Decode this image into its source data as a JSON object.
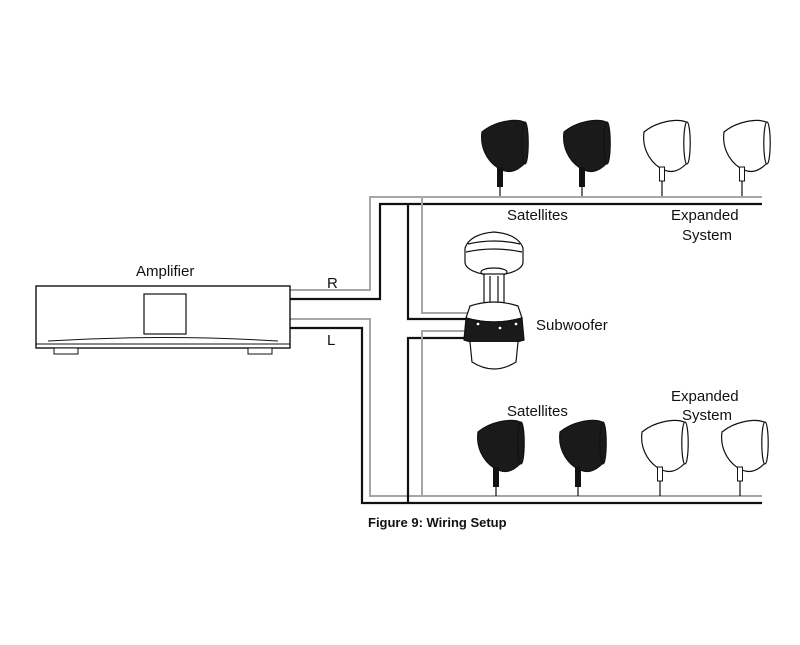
{
  "diagram": {
    "amplifier_label": "Amplifier",
    "channel_right": "R",
    "channel_left": "L",
    "subwoofer_label": "Subwoofer",
    "top_satellites_label": "Satellites",
    "top_expanded_line1": "Expanded",
    "top_expanded_line2": "System",
    "bottom_satellites_label": "Satellites",
    "bottom_expanded_line1": "Expanded",
    "bottom_expanded_line2": "System",
    "caption": "Figure 9: Wiring Setup",
    "top_row": [
      {
        "type": "satellite",
        "fill": "dark"
      },
      {
        "type": "satellite",
        "fill": "dark"
      },
      {
        "type": "expanded",
        "fill": "outline"
      },
      {
        "type": "expanded",
        "fill": "outline"
      }
    ],
    "bottom_row": [
      {
        "type": "satellite",
        "fill": "dark"
      },
      {
        "type": "satellite",
        "fill": "dark"
      },
      {
        "type": "expanded",
        "fill": "outline"
      },
      {
        "type": "expanded",
        "fill": "outline"
      }
    ]
  },
  "colors": {
    "black_wire": "#111111",
    "grey_wire": "#a6a6a6",
    "speaker_dark": "#1a1a1a",
    "outline": "#111111"
  }
}
